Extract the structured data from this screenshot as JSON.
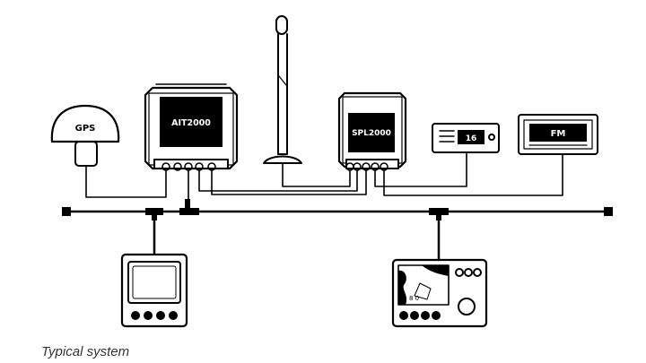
{
  "devices": {
    "gps": "GPS",
    "ait": "AIT2000",
    "spl": "SPL2000",
    "vhf_channel": "16",
    "fm": "FM"
  },
  "caption": "Typical system",
  "colors": {
    "line": "#000000",
    "background": "#ffffff",
    "caption": "#333333"
  }
}
